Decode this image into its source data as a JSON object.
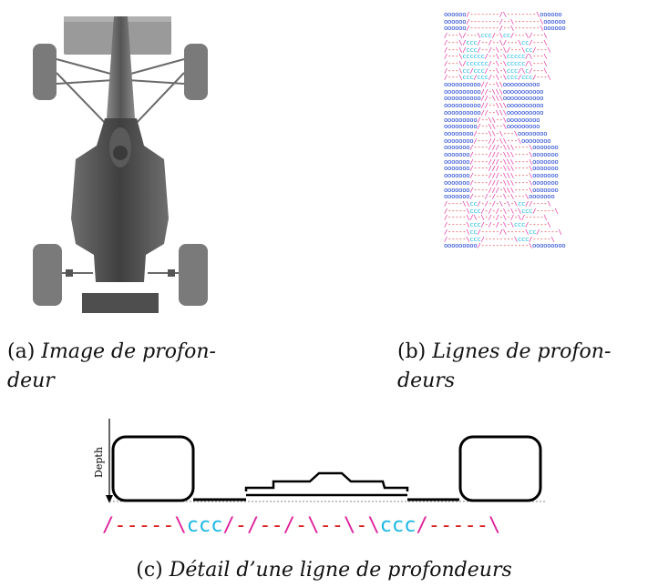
{
  "panels": {
    "a": {
      "label": "(a)",
      "caption": "Image de profon-\ndeur"
    },
    "b": {
      "label": "(b)",
      "caption": "Lignes de profon-\ndeurs"
    },
    "c": {
      "label": "(c)",
      "caption": "Détail d’une ligne de profondeurs"
    }
  },
  "depth_axis_label": "Depth",
  "token_legend": {
    "o": "#1a3fd0",
    "slash": "#e0209a",
    "dash": "#d81f1f",
    "c": "#19b7e6"
  },
  "detail_token_line": [
    {
      "t": "/",
      "k": "slash"
    },
    {
      "t": "-----",
      "k": "dash"
    },
    {
      "t": "\\",
      "k": "slash"
    },
    {
      "t": "ccc",
      "k": "c"
    },
    {
      "t": "/",
      "k": "slash"
    },
    {
      "t": "-",
      "k": "dash"
    },
    {
      "t": "/",
      "k": "slash"
    },
    {
      "t": "--",
      "k": "dash"
    },
    {
      "t": "/",
      "k": "slash"
    },
    {
      "t": "-",
      "k": "dash"
    },
    {
      "t": "\\",
      "k": "slash"
    },
    {
      "t": "--",
      "k": "dash"
    },
    {
      "t": "\\",
      "k": "slash"
    },
    {
      "t": "-",
      "k": "dash"
    },
    {
      "t": "\\",
      "k": "slash"
    },
    {
      "t": "ccc",
      "k": "c"
    },
    {
      "t": "/",
      "k": "slash"
    },
    {
      "t": "-----",
      "k": "dash"
    },
    {
      "t": "\\",
      "k": "slash"
    }
  ],
  "depth_lines": [
    "oooooo/--------/\\--------\\oooooo",
    "oooooo/--------/--\\-------\\oooooo",
    "oooooo/--------/--\\-------\\oooooo",
    "/---\\/---\\ccc/-\\cc/---\\/---\\",
    "/---\\/ccc/--/--\\/---\\cc/---\\",
    "/---\\/ccc/--/-\\-\\/---\\cc/---\\",
    "/---\\cccccc/--\\-\\ccccc/\\---\\",
    "/---\\/cccccc/-\\-\\ccccc/\\---\\",
    "/---\\cc/ccc/--\\-\\ccc/\\c/---\\",
    "/---\\ccc/ccc/-\\-\\ccc/ccc/---\\",
    "oooooooooo//--\\\\oooooooooo",
    "oooooooooo//-\\\\\\ooooooooooo",
    "oooooooooo//-\\\\\\ooooooooooo",
    "oooooooooo//--\\\\\\oooooooooo",
    "oooooooooo//--\\\\\\oooooooooo",
    "ooooooooo/--\\\\--\\ooooooooo",
    "ooooooooo/--\\\\--\\ooooooooo",
    "oooooooo/---\\\\-\\---\\oooooooo",
    "oooooooo/---//-\\\\---\\oooooooo",
    "ooooooo/----///-\\\\\\----\\ooooooo",
    "ooooooo/----///-\\\\\\----\\ooooooo",
    "ooooooo/----///-\\\\\\----\\ooooooo",
    "ooooooo/----///-\\\\\\----\\ooooooo",
    "ooooooo/----///-\\\\\\----\\ooooooo",
    "ooooooo/----///-\\\\\\----\\ooooooo",
    "ooooooo/----///-\\\\\\----\\ooooooo",
    "ooooooo/---/-/--\\-\\---\\ooooooo",
    "/----\\\\cc/-/-/-\\-\\-\\cc//----\\",
    "/-----\\ccc/-/-/-\\-\\-\\ccc/-----\\",
    "/-----\\/\\-\\-/-/-\\-/-\\/-----\\",
    "/-----\\ccc/-/-/-\\-\\ccc/-----\\",
    "/-----\\cc/-----/\\-----\\cc/-----\\",
    "/-----\\ccc/--------\\ccc/-----\\",
    "ooooooooo/-------------\\ooooooooo"
  ]
}
